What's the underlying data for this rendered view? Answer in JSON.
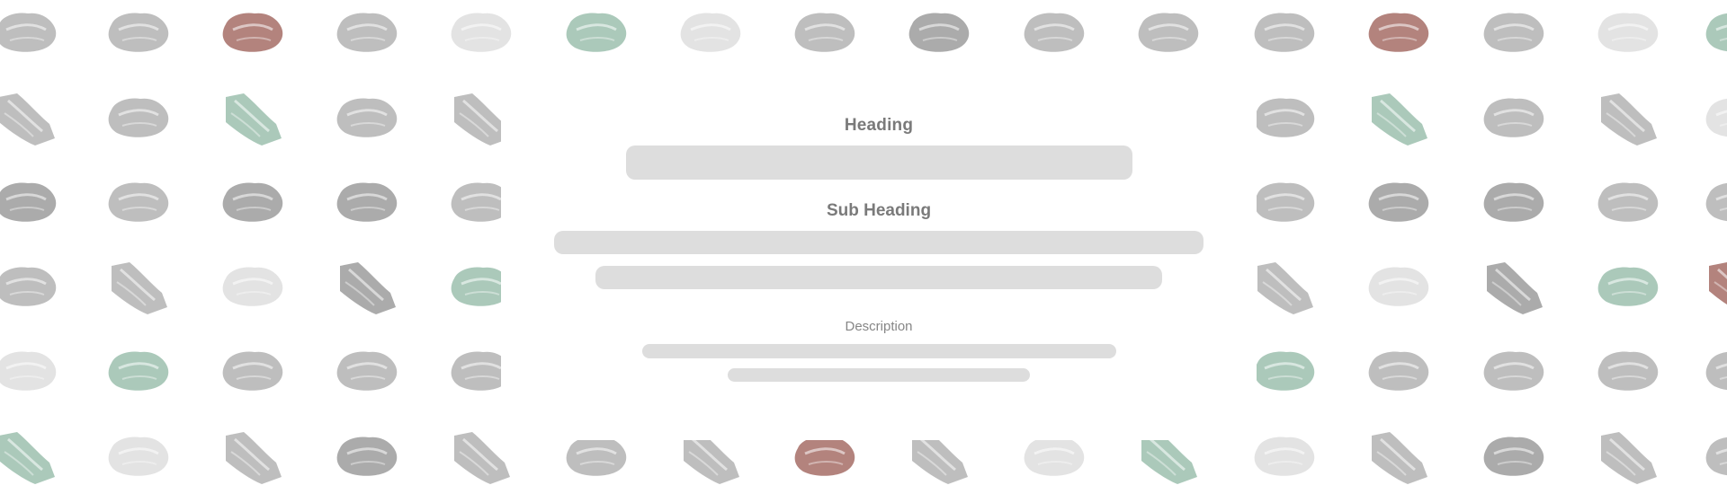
{
  "content": {
    "heading": "Heading",
    "sub_heading": "Sub Heading",
    "description": "Description"
  },
  "background_pattern": {
    "rock_colors": {
      "gray": "#a9a9a9",
      "dark_gray": "#8f8f8f",
      "light_gray": "#e0e0e0",
      "green": "#8fb8a4",
      "red": "#9a5a52"
    }
  }
}
